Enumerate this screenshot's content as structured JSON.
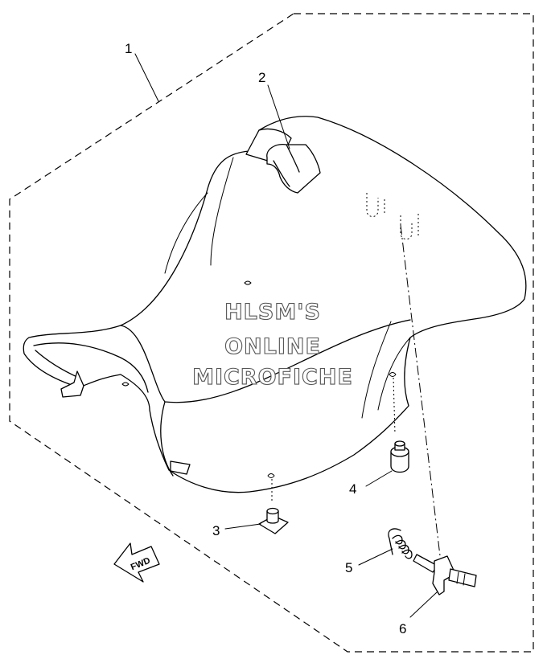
{
  "diagram": {
    "watermark": [
      "HLSM'S",
      "ONLINE",
      "MICROFICHE"
    ],
    "direction_label": "FWD",
    "callouts": [
      {
        "id": "1",
        "label": "1"
      },
      {
        "id": "2",
        "label": "2"
      },
      {
        "id": "3",
        "label": "3"
      },
      {
        "id": "4",
        "label": "4"
      },
      {
        "id": "5",
        "label": "5"
      },
      {
        "id": "6",
        "label": "6"
      }
    ]
  }
}
